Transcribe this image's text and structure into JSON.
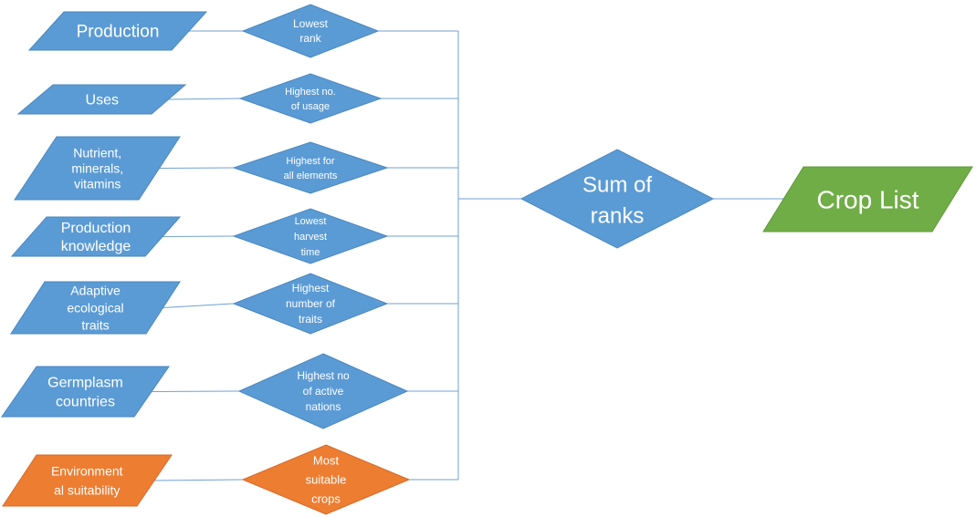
{
  "inputs": [
    {
      "lines": [
        "Production"
      ],
      "color": "#5b9bd5"
    },
    {
      "lines": [
        "Uses"
      ],
      "color": "#5b9bd5"
    },
    {
      "lines": [
        "Nutrient,",
        "minerals,",
        "vitamins"
      ],
      "color": "#5b9bd5"
    },
    {
      "lines": [
        "Production",
        "knowledge"
      ],
      "color": "#5b9bd5"
    },
    {
      "lines": [
        "Adaptive",
        "ecological",
        "traits"
      ],
      "color": "#5b9bd5"
    },
    {
      "lines": [
        "Germplasm",
        "countries"
      ],
      "color": "#5b9bd5"
    },
    {
      "lines": [
        "Environment",
        "al suitability"
      ],
      "color": "#ed7d31"
    }
  ],
  "criteria": [
    {
      "lines": [
        "Lowest",
        "rank"
      ],
      "color": "#5b9bd5"
    },
    {
      "lines": [
        "Highest no.",
        "of usage"
      ],
      "color": "#5b9bd5"
    },
    {
      "lines": [
        "Highest for",
        "all elements"
      ],
      "color": "#5b9bd5"
    },
    {
      "lines": [
        "Lowest",
        "harvest",
        "time"
      ],
      "color": "#5b9bd5"
    },
    {
      "lines": [
        "Highest",
        "number of",
        "traits"
      ],
      "color": "#5b9bd5"
    },
    {
      "lines": [
        "Highest no",
        "of active",
        "nations"
      ],
      "color": "#5b9bd5"
    },
    {
      "lines": [
        "Most",
        "suitable",
        "crops"
      ],
      "color": "#ed7d31"
    }
  ],
  "sum_node": {
    "lines": [
      "Sum of",
      "ranks"
    ],
    "color": "#5b9bd5"
  },
  "output_node": {
    "lines": [
      "Crop List"
    ],
    "color": "#70ad47"
  },
  "connector_color": "#6fa0d4"
}
